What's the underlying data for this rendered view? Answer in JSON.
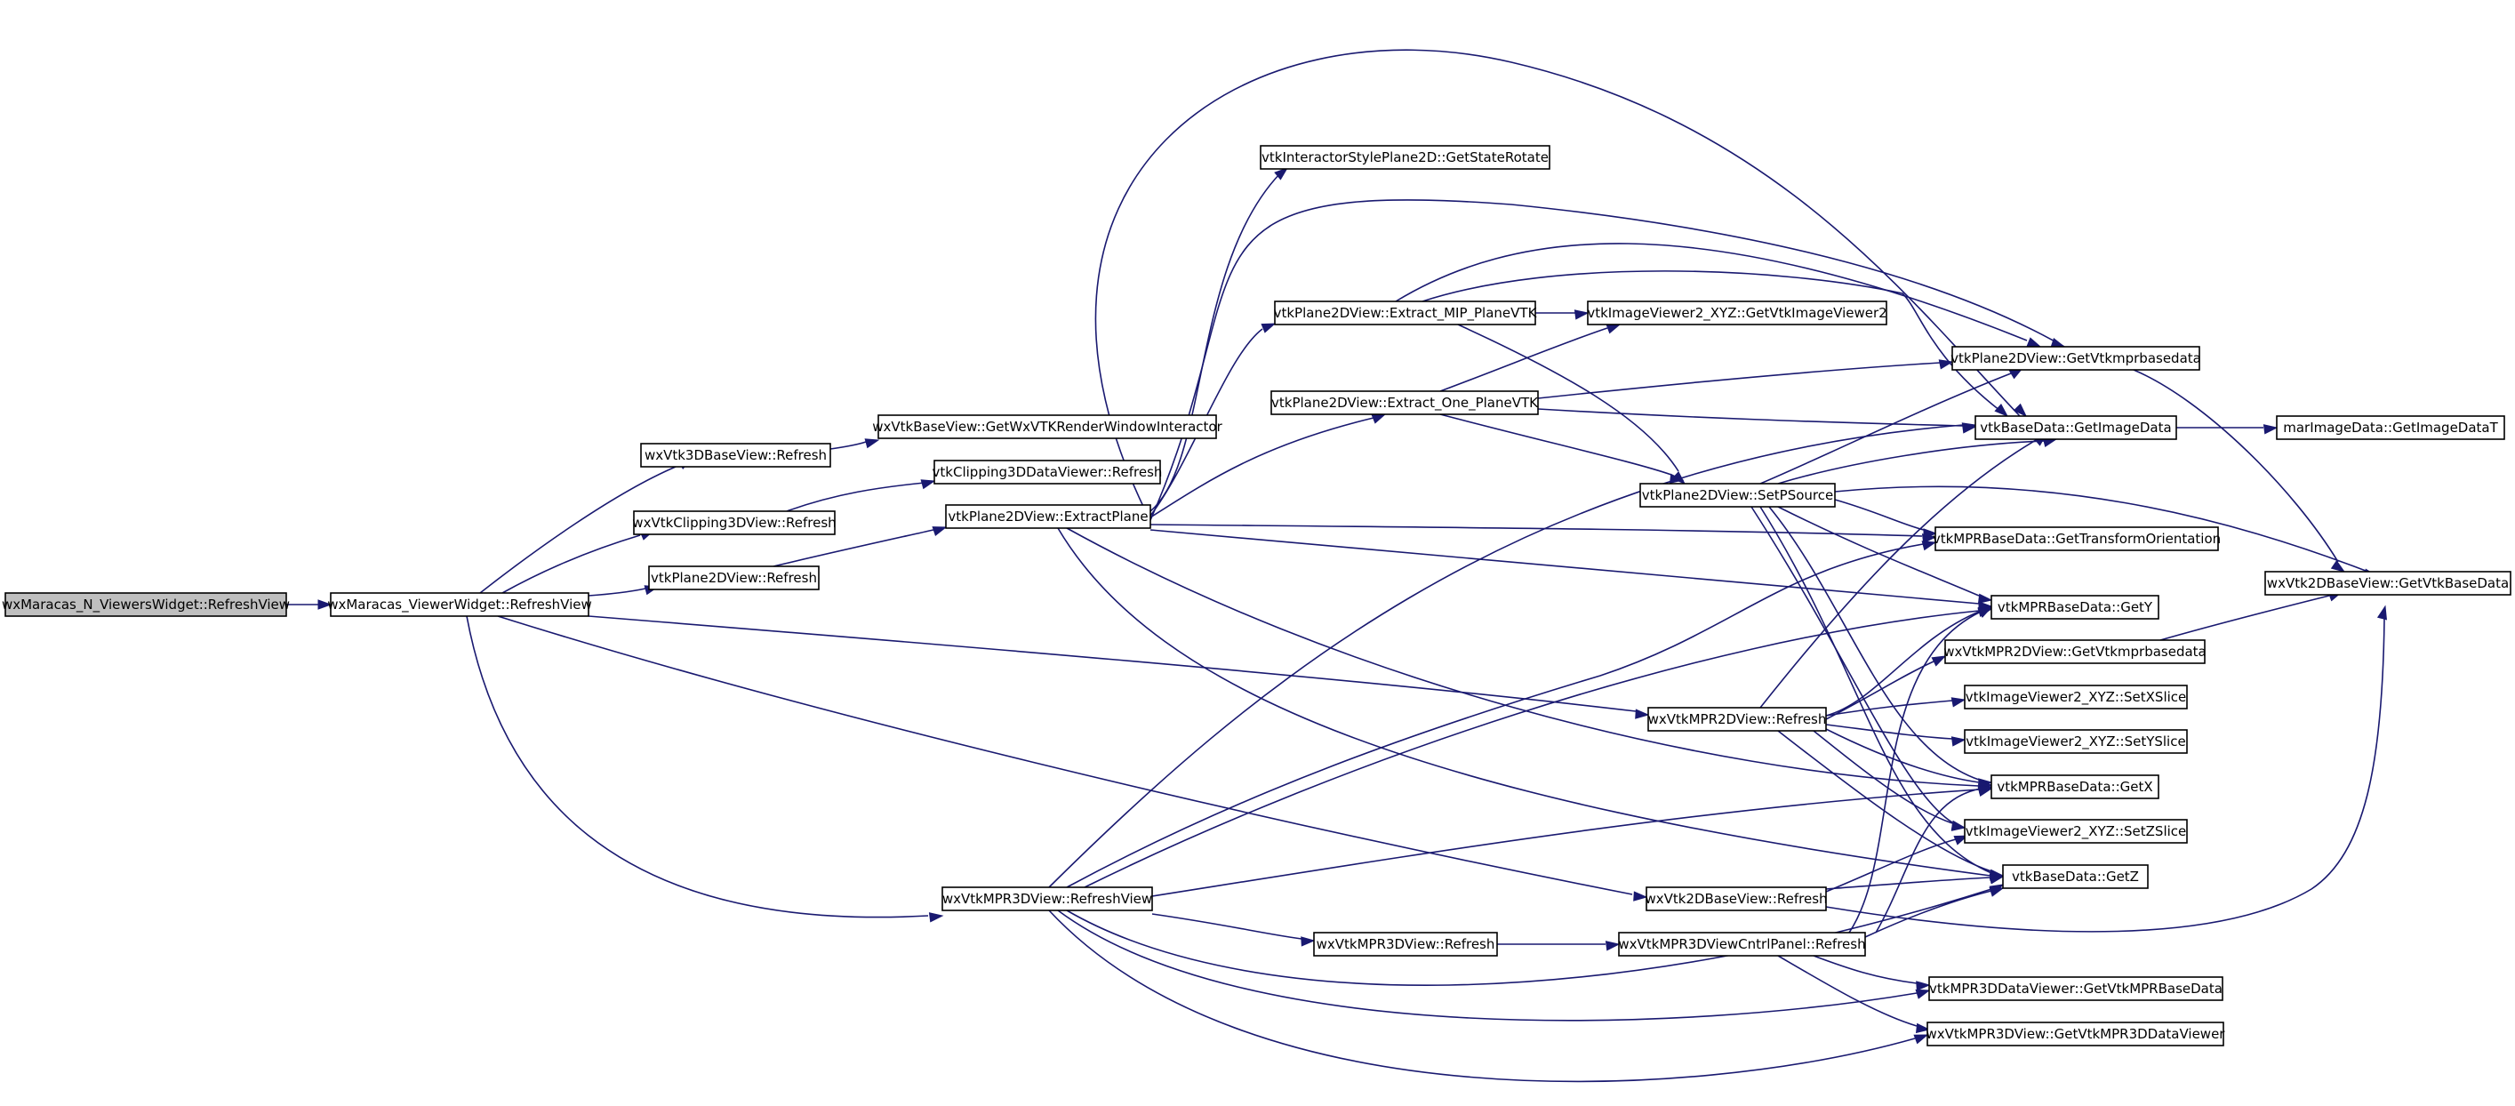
{
  "graph": {
    "type": "call-graph",
    "colors": {
      "edge": "#191970",
      "node_border": "#000000",
      "node_fill": "#ffffff",
      "root_fill": "#bfbfbf"
    },
    "nodes": [
      {
        "id": "n0",
        "label": "wxMaracas_N_ViewersWidget::RefreshView",
        "root": true
      },
      {
        "id": "n1",
        "label": "wxMaracas_ViewerWidget::RefreshView"
      },
      {
        "id": "n2",
        "label": "wxVtk3DBaseView::Refresh"
      },
      {
        "id": "n3",
        "label": "wxVtkClipping3DView::Refresh"
      },
      {
        "id": "n4",
        "label": "vtkPlane2DView::Refresh"
      },
      {
        "id": "n5",
        "label": "wxVtkBaseView::GetWxVTKRenderWindowInteractor"
      },
      {
        "id": "n6",
        "label": "vtkClipping3DDataViewer::Refresh"
      },
      {
        "id": "n7",
        "label": "vtkPlane2DView::ExtractPlane"
      },
      {
        "id": "n8",
        "label": "vtkInteractorStylePlane2D::GetStateRotate"
      },
      {
        "id": "n9",
        "label": "vtkPlane2DView::Extract_MIP_PlaneVTK"
      },
      {
        "id": "n10",
        "label": "vtkImageViewer2_XYZ::GetVtkImageViewer2"
      },
      {
        "id": "n11",
        "label": "vtkPlane2DView::Extract_One_PlaneVTK"
      },
      {
        "id": "n12",
        "label": "vtkPlane2DView::GetVtkmprbasedata"
      },
      {
        "id": "n13",
        "label": "vtkBaseData::GetImageData"
      },
      {
        "id": "n14",
        "label": "marImageData::GetImageDataT"
      },
      {
        "id": "n15",
        "label": "vtkPlane2DView::SetPSource"
      },
      {
        "id": "n16",
        "label": "vtkMPRBaseData::GetTransformOrientation"
      },
      {
        "id": "n17",
        "label": "wxVtk2DBaseView::GetVtkBaseData"
      },
      {
        "id": "n18",
        "label": "vtkMPRBaseData::GetY"
      },
      {
        "id": "n19",
        "label": "wxVtkMPR2DView::GetVtkmprbasedata"
      },
      {
        "id": "n20",
        "label": "wxVtkMPR2DView::Refresh"
      },
      {
        "id": "n21",
        "label": "vtkImageViewer2_XYZ::SetXSlice"
      },
      {
        "id": "n22",
        "label": "vtkImageViewer2_XYZ::SetYSlice"
      },
      {
        "id": "n23",
        "label": "vtkMPRBaseData::GetX"
      },
      {
        "id": "n24",
        "label": "vtkImageViewer2_XYZ::SetZSlice"
      },
      {
        "id": "n25",
        "label": "wxVtkMPR3DView::RefreshView"
      },
      {
        "id": "n26",
        "label": "wxVtk2DBaseView::Refresh"
      },
      {
        "id": "n27",
        "label": "vtkBaseData::GetZ"
      },
      {
        "id": "n28",
        "label": "wxVtkMPR3DView::Refresh"
      },
      {
        "id": "n29",
        "label": "wxVtkMPR3DViewCntrlPanel::Refresh"
      },
      {
        "id": "n30",
        "label": "vtkMPR3DDataViewer::GetVtkMPRBaseData"
      },
      {
        "id": "n31",
        "label": "wxVtkMPR3DView::GetVtkMPR3DDataViewer"
      }
    ]
  }
}
